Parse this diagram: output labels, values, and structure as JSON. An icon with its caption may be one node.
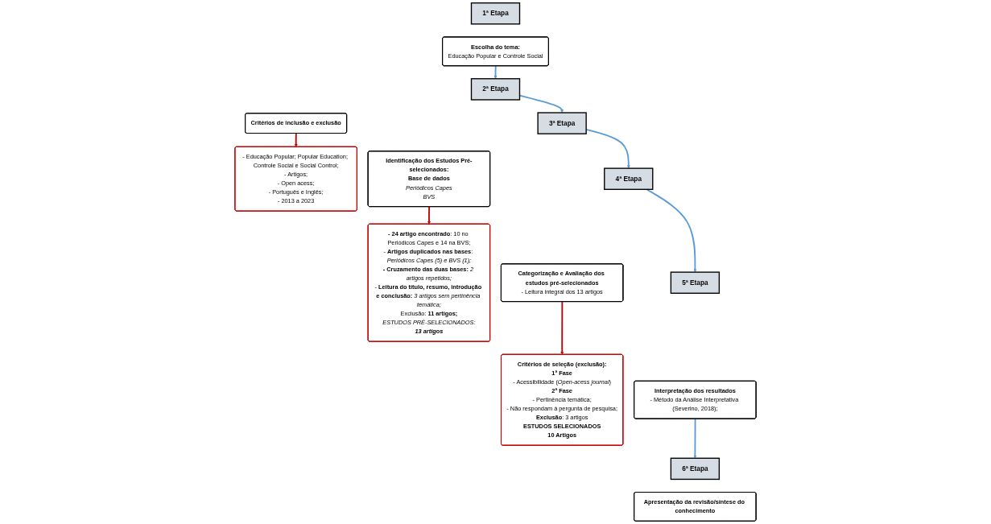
{
  "diagram": {
    "nodes": [
      {
        "text": [
          "1ª Etapa"
        ]
      },
      {
        "text": [
          "Escolha do tema:",
          "Educação Popular e Controle Social"
        ]
      },
      {
        "text": [
          "2ª Etapa"
        ]
      },
      {
        "text": [
          "Critérios de inclusão e exclusão"
        ]
      },
      {
        "text": [
          "- Educação Popular; Popular Education; Controle Social e Social Control;",
          "- Artigos;",
          "- Open acess;",
          "- Português e Inglês;",
          "- 2013 a 2023"
        ]
      },
      {
        "text": [
          "3ª Etapa"
        ]
      },
      {
        "text": [
          "Identificação dos Estudos Pré-selecionados:",
          "Base de dados",
          "Periódicos Capes",
          "BVS"
        ]
      },
      {
        "text": [
          "**- 24 artigo encontrado**: 10 no Periódicos Capes e 14 na BVS;",
          "- **Artigos duplicados nas bases**: *Periódicos Capes (5) e BVS (1);*",
          "**- Cruzamento das duas bases:** *2 artigos repetidos;*",
          "- **Leitura do título, resumo, introdução e conclusão:** *3 artigos sem pertinência temática;*",
          "Exclusão: **11 artigos;**",
          "ESTUDOS PRÉ-SELECIONADOS:",
          "13 artigos"
        ]
      },
      {
        "text": [
          "4ª Etapa"
        ]
      },
      {
        "text": [
          "Categorização e Avaliação dos estudos pré-selecionados",
          "- Leitura integral dos 13 artigos"
        ]
      },
      {
        "text": [
          "Critérios de seleção (exclusão):",
          "1ª Fase",
          "- Acessibilidade (*Open-acess journal*)",
          "2ª Fase",
          "- Pertinência temática;",
          "- Não respondam à pergunta de pesquisa;",
          "**Exclusão**: 3 artigos",
          "ESTUDOS SELECIONADOS",
          "10 Artigos"
        ]
      },
      {
        "text": [
          "5ª Etapa"
        ]
      },
      {
        "text": [
          "Interpretação dos resultados",
          "- Método da Análise Interpretativa (Severino, 2018);"
        ]
      },
      {
        "text": [
          "6ª Etapa"
        ]
      },
      {
        "text": [
          "Apresentação da revisão/síntese do conhecimento"
        ]
      }
    ],
    "edges": [
      {
        "from": 1,
        "to": 2,
        "arrow": "to"
      },
      {
        "from": 3,
        "to": 4,
        "arrow": "to",
        "color": "#c00000"
      },
      {
        "from": 2,
        "to": 5,
        "arrow": "to"
      },
      {
        "from": 6,
        "to": 7,
        "arrow": "to",
        "color": "#c00000"
      },
      {
        "from": 5,
        "to": 8,
        "arrow": "to"
      },
      {
        "from": 9,
        "to": 10,
        "arrow": "to",
        "color": "#c00000"
      },
      {
        "from": 8,
        "to": 11,
        "arrow": "to"
      },
      {
        "from": 12,
        "to": 13,
        "arrow": "to"
      }
    ]
  }
}
